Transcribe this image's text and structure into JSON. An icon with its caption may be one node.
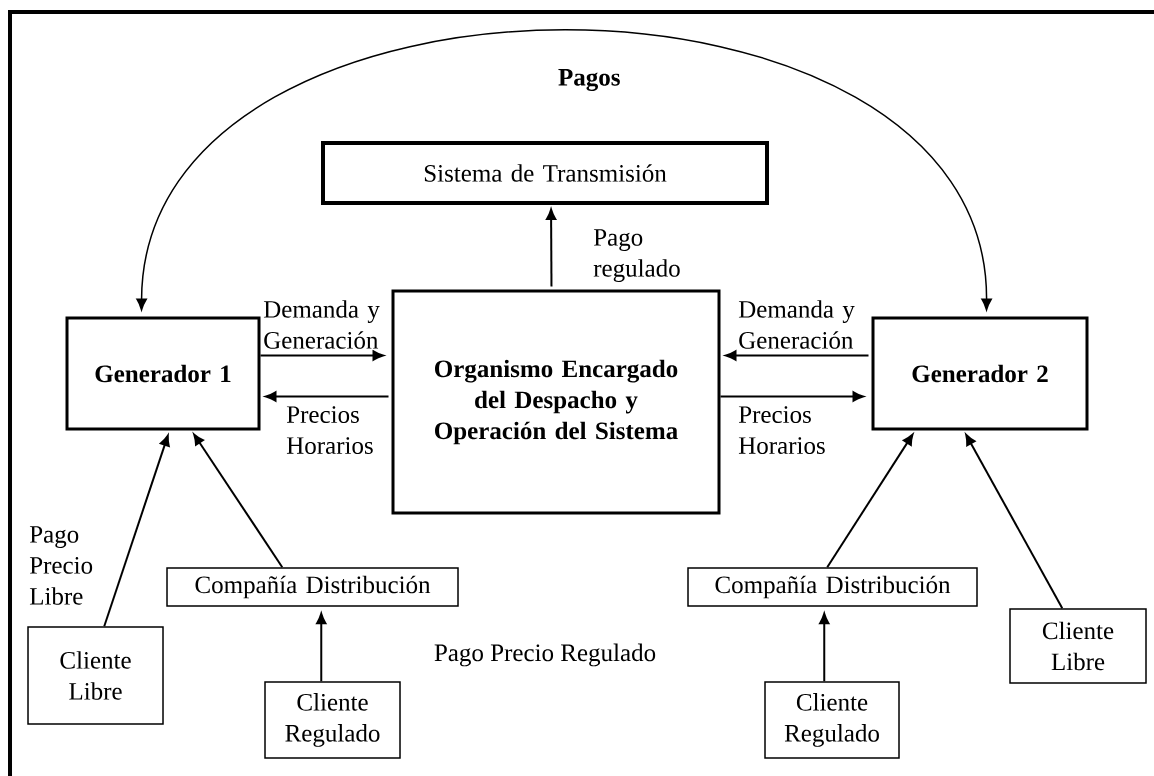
{
  "diagram": {
    "nodes": [
      {
        "text": [
          "Sistema de Transmisión"
        ]
      },
      {
        "text": [
          "Generador 1"
        ]
      },
      {
        "text": [
          "Organismo Encargado del Despacho y Operación del Sistema"
        ]
      },
      {
        "text": [
          "Generador 2"
        ]
      },
      {
        "text": [
          "Compañía Distribución"
        ]
      },
      {
        "text": [
          "Cliente Libre"
        ]
      },
      {
        "text": [
          "Cliente Regulado"
        ]
      },
      {
        "text": [
          "Compañía Distribución"
        ]
      },
      {
        "text": [
          "Cliente Regulado"
        ]
      },
      {
        "text": [
          "Cliente Libre"
        ]
      }
    ],
    "edges": [
      {
        "from": 1,
        "to": 3,
        "arrow": "both",
        "label": "Pagos"
      },
      {
        "from": 2,
        "to": 0,
        "arrow": "to",
        "label": "Pago regulado"
      },
      {
        "from": 1,
        "to": 2,
        "arrow": "to",
        "label": "Demanda y Generación"
      },
      {
        "from": 2,
        "to": 1,
        "arrow": "to",
        "label": "Precios Horarios"
      },
      {
        "from": 3,
        "to": 2,
        "arrow": "to",
        "label": "Demanda y Generación"
      },
      {
        "from": 2,
        "to": 3,
        "arrow": "to",
        "label": "Precios Horarios"
      },
      {
        "from": 5,
        "to": 1,
        "arrow": "to",
        "label": "Pago Precio Libre"
      },
      {
        "from": 4,
        "to": 1,
        "arrow": "to"
      },
      {
        "from": 6,
        "to": 4,
        "arrow": "to"
      },
      {
        "from": 7,
        "to": 3,
        "arrow": "to"
      },
      {
        "from": 8,
        "to": 7,
        "arrow": "to"
      },
      {
        "from": 9,
        "to": 3,
        "arrow": "to"
      }
    ],
    "labels": [
      "Pago Precio Regulado"
    ]
  }
}
